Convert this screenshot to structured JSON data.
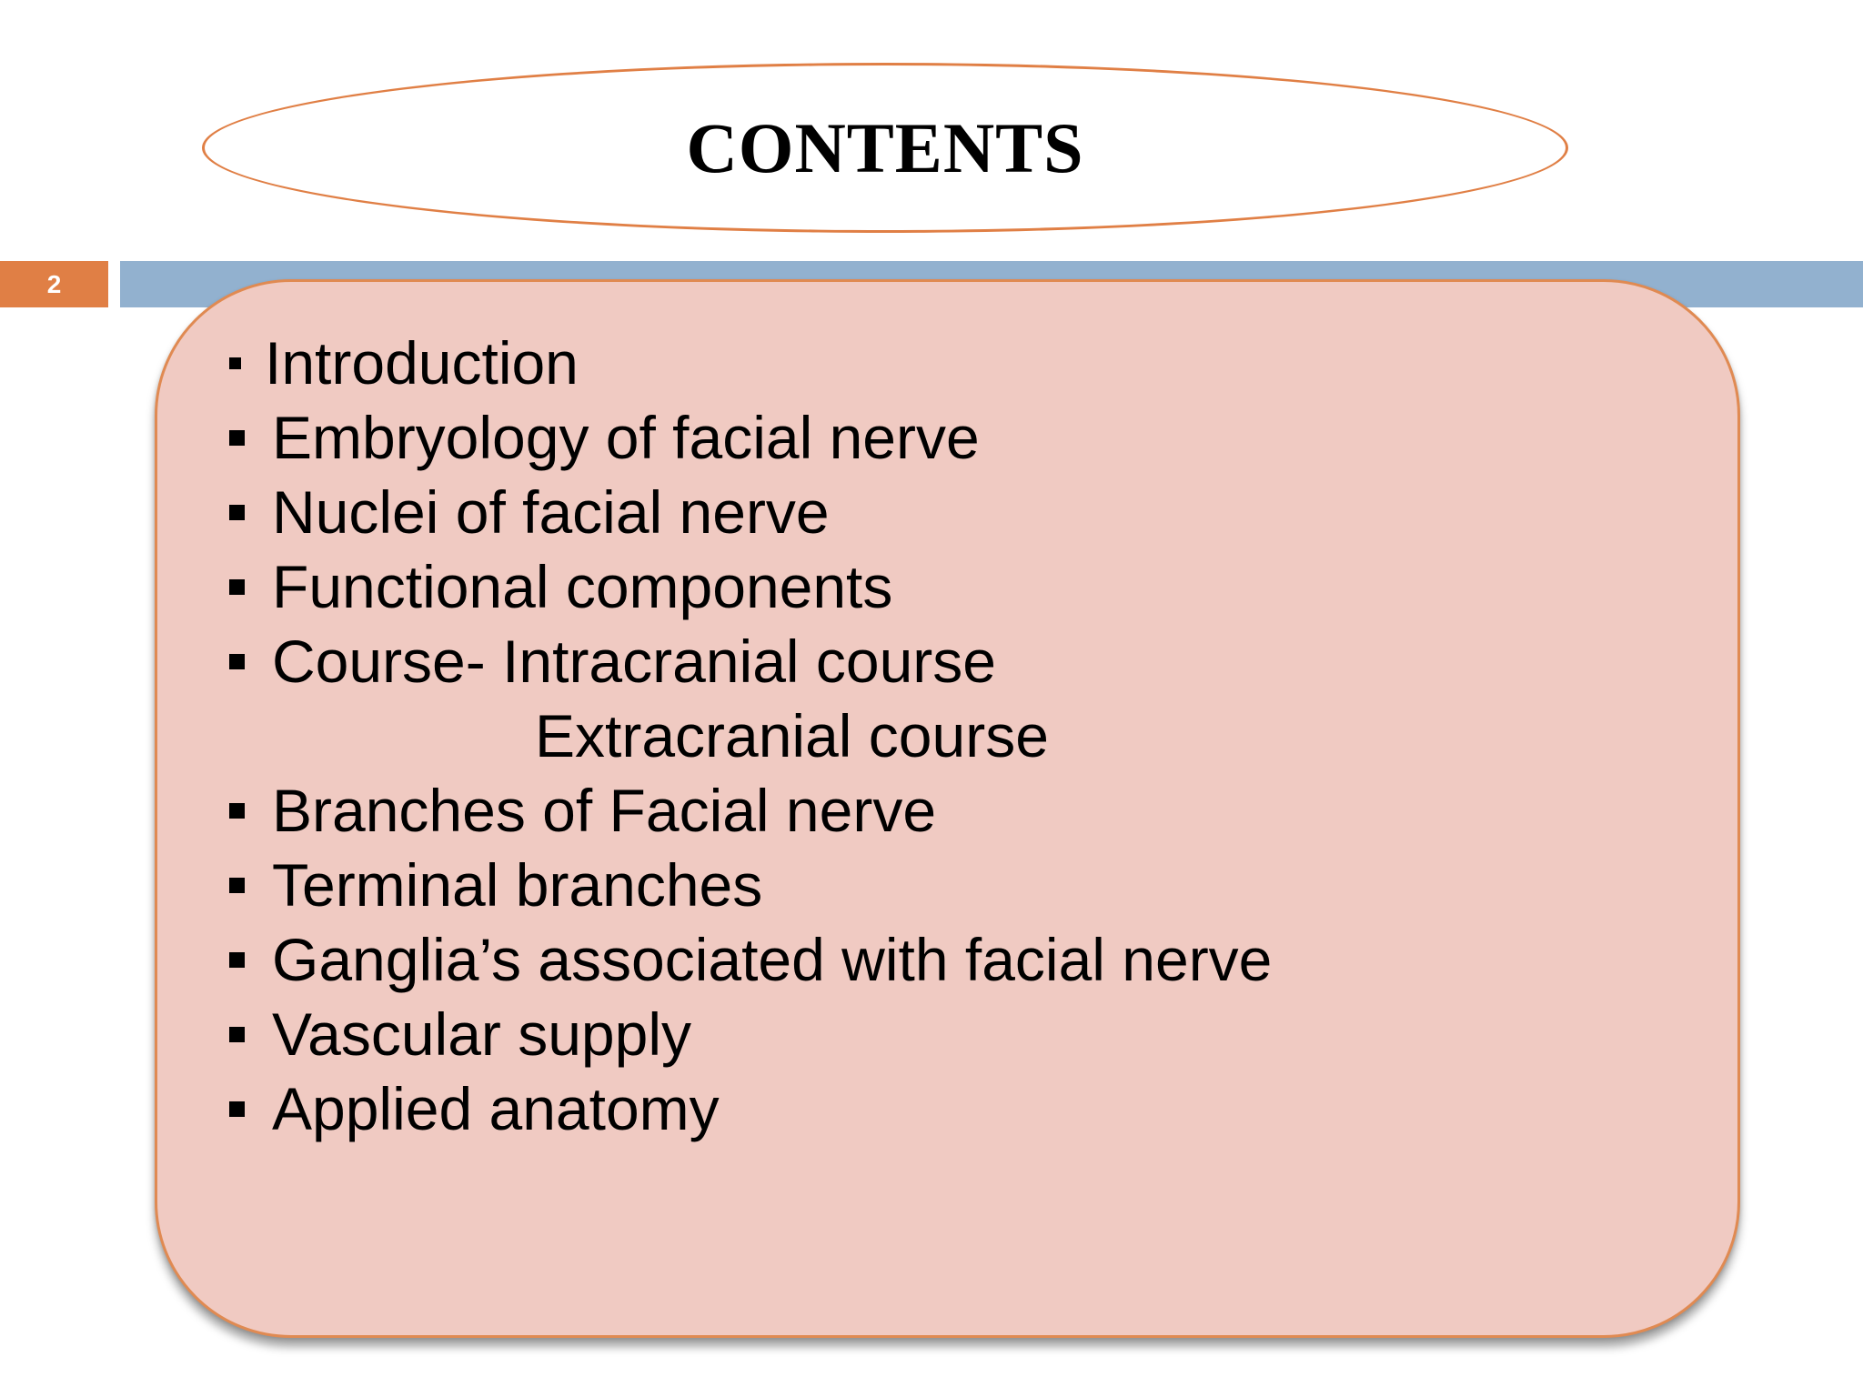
{
  "slide": {
    "title": "CONTENTS",
    "page_number": "2",
    "items": [
      "Introduction",
      "Embryology of facial nerve",
      "Nuclei of facial nerve",
      "Functional components",
      "Course- Intracranial course",
      "Extracranial course",
      "Branches of Facial nerve",
      "Terminal branches",
      "Ganglia’s associated with facial nerve",
      "Vascular supply",
      "Applied anatomy"
    ]
  },
  "colors": {
    "accent_orange": "#e07f45",
    "bar_blue": "#92b1cf",
    "box_fill": "#f0cac2"
  }
}
